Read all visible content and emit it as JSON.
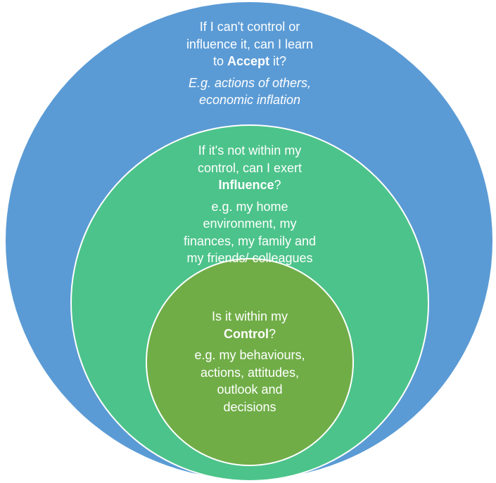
{
  "colors": {
    "outer_fill": "#5B9BD5",
    "middle_fill": "#4CC38A",
    "inner_fill": "#70AD47",
    "stroke": "#FFFFFF",
    "text": "#FFFFFF"
  },
  "outer": {
    "question_line1": "If I can't control or",
    "question_line2": "influence it, can I learn",
    "question_pre": "to ",
    "question_bold": "Accept",
    "question_post": " it?",
    "example_line1": "E.g. actions of others,",
    "example_line2": "economic inflation"
  },
  "middle": {
    "question_line1": "If it's not within my",
    "question_line2": "control, can I exert",
    "question_bold": "Influence",
    "question_post": "?",
    "example_line1": "e.g. my home",
    "example_line2": "environment, my",
    "example_line3": "finances, my family and",
    "example_line4": "my friends/ colleagues"
  },
  "inner": {
    "question_line1": "Is it within my",
    "question_bold": "Control",
    "question_post": "?",
    "example_line1": "e.g. my behaviours,",
    "example_line2": "actions, attitudes,",
    "example_line3": "outlook and",
    "example_line4": "decisions"
  }
}
